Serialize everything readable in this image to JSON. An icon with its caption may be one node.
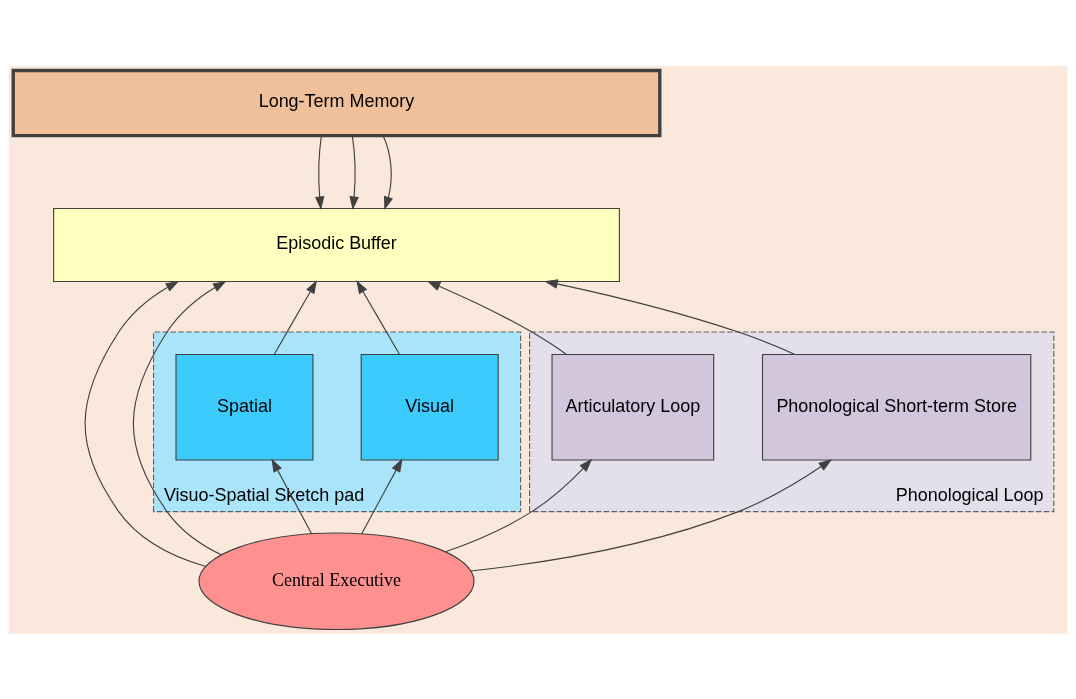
{
  "diagram": {
    "nodes": [
      {
        "text": [
          "Long-Term Memory"
        ]
      },
      {
        "text": [
          "Episodic Buffer"
        ]
      },
      {
        "text": [
          "Visuo-Spatial Sketch pad"
        ]
      },
      {
        "text": [
          "Visual"
        ],
        "in": 2
      },
      {
        "text": [
          "Spatial"
        ],
        "in": 2
      },
      {
        "text": [
          "Phonological Loop"
        ]
      },
      {
        "text": [
          "Phonological Short-term Store"
        ],
        "in": 5
      },
      {
        "text": [
          "Articulatory Loop"
        ],
        "in": 5
      },
      {
        "text": [
          "Central Executive"
        ]
      }
    ],
    "edges": [
      {
        "from": 0,
        "to": 1,
        "arrow": "to"
      },
      {
        "from": 0,
        "to": 1,
        "arrow": "to"
      },
      {
        "from": 0,
        "to": 1,
        "arrow": "to"
      },
      {
        "from": 3,
        "to": 1,
        "arrow": "to"
      },
      {
        "from": 4,
        "to": 1,
        "arrow": "to"
      },
      {
        "from": 8,
        "to": 1,
        "arrow": "to"
      },
      {
        "from": 8,
        "to": 1,
        "arrow": "to"
      },
      {
        "from": 6,
        "to": 1,
        "arrow": "to"
      },
      {
        "from": 7,
        "to": 1,
        "arrow": "to"
      },
      {
        "from": 8,
        "to": 3,
        "arrow": "to"
      },
      {
        "from": 8,
        "to": 4,
        "arrow": "to"
      },
      {
        "from": 8,
        "to": 6,
        "arrow": "to"
      },
      {
        "from": 8,
        "to": 7,
        "arrow": "to"
      }
    ]
  }
}
